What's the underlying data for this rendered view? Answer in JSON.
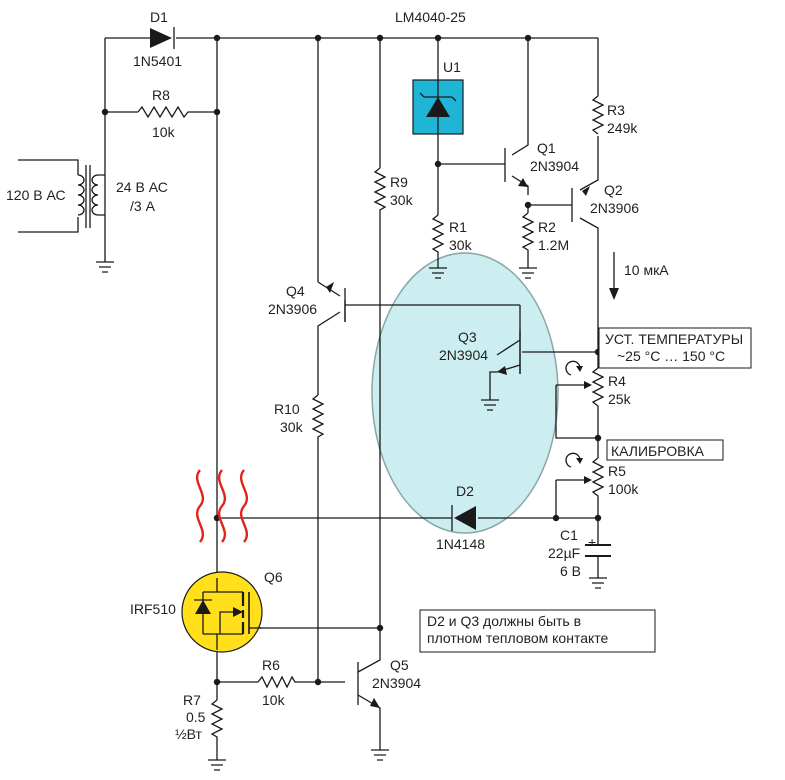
{
  "labels": {
    "d1_name": "D1",
    "d1_part": "1N5401",
    "u1_part": "LM4040-25",
    "u1_name": "U1",
    "r8_name": "R8",
    "r8_val": "10k",
    "transformer_in": "120 В АС",
    "transformer_out1": "24 В АС",
    "transformer_out2": "/3 А",
    "r3_name": "R3",
    "r3_val": "249k",
    "q1_name": "Q1",
    "q1_part": "2N3904",
    "q2_name": "Q2",
    "q2_part": "2N3906",
    "r9_name": "R9",
    "r9_val": "30k",
    "r1_name": "R1",
    "r1_val": "30k",
    "r2_name": "R2",
    "r2_val": "1.2M",
    "current": "10 мкА",
    "q4_name": "Q4",
    "q4_part": "2N3906",
    "q3_name": "Q3",
    "q3_part": "2N3904",
    "temp_set1": "УСТ. ТЕМПЕРАТУРЫ",
    "temp_set2": "~25 °C … 150 °C",
    "r4_name": "R4",
    "r4_val": "25k",
    "r10_name": "R10",
    "r10_val": "30k",
    "calibration": "КАЛИБРОВКА",
    "r5_name": "R5",
    "r5_val": "100k",
    "d2_name": "D2",
    "d2_part": "1N4148",
    "c1_name": "C1",
    "c1_val": "22µF",
    "c1_volt": "6 В",
    "c1_plus": "+",
    "q6_name": "Q6",
    "q6_part": "IRF510",
    "note1": "D2 и Q3 должны быть в",
    "note2": "плотном тепловом контакте",
    "q5_name": "Q5",
    "q5_part": "2N3904",
    "r6_name": "R6",
    "r6_val": "10k",
    "r7_name": "R7",
    "r7_val": "0.5",
    "r7_power": "½Вт"
  },
  "colors": {
    "wire": "#1a1a1a",
    "u1_fill": "#1fb5d6",
    "ellipse_fill": "#cdeef0",
    "ellipse_stroke": "#8aa6a8",
    "q6_fill": "#ffe01a",
    "heat": "#e0241b",
    "diode_fill": "#1a1a1a"
  }
}
